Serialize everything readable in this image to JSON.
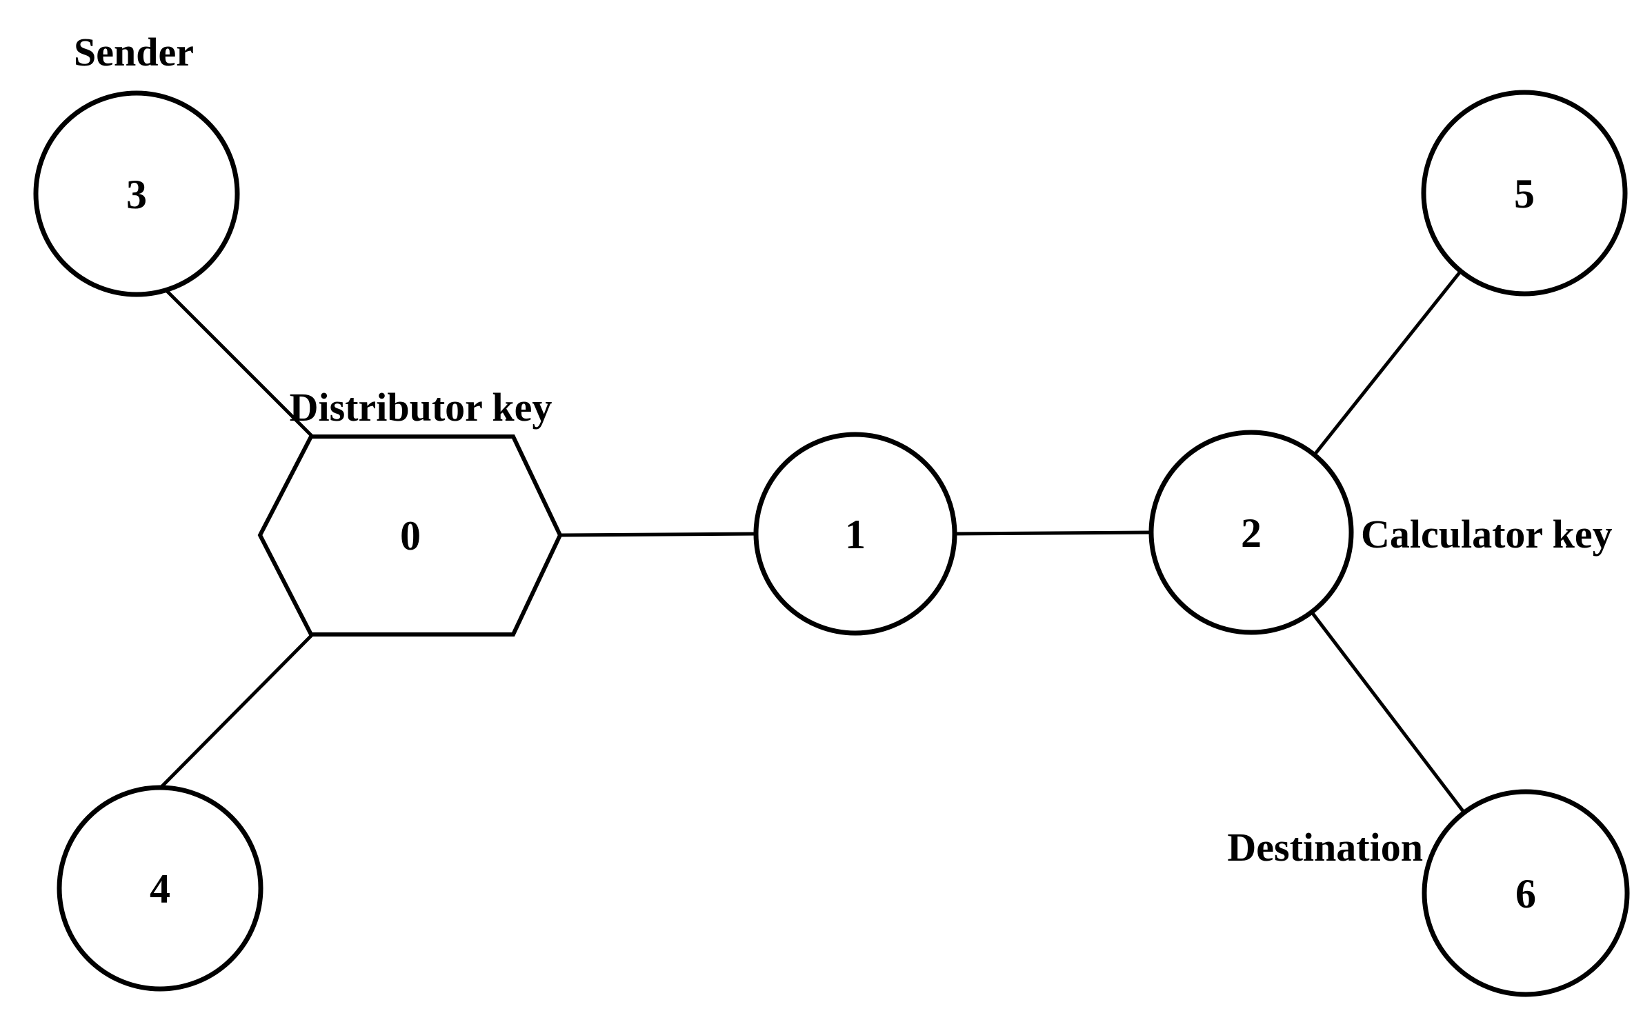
{
  "diagram": {
    "type": "graph",
    "background_color": "#ffffff",
    "line_color": "#000000",
    "text_color": "#000000",
    "nodes": {
      "n0": {
        "label": "0",
        "shape": "hexagon",
        "annotation": "Distributor key"
      },
      "n1": {
        "label": "1",
        "shape": "circle",
        "annotation": null
      },
      "n2": {
        "label": "2",
        "shape": "circle",
        "annotation": "Calculator key"
      },
      "n3": {
        "label": "3",
        "shape": "circle",
        "annotation": "Sender"
      },
      "n4": {
        "label": "4",
        "shape": "circle",
        "annotation": null
      },
      "n5": {
        "label": "5",
        "shape": "circle",
        "annotation": null
      },
      "n6": {
        "label": "6",
        "shape": "circle",
        "annotation": "Destination"
      }
    },
    "annotations": {
      "sender": "Sender",
      "distributor_key": "Distributor key",
      "calculator_key": "Calculator key",
      "destination": "Destination"
    },
    "edges": [
      {
        "from": "3",
        "to": "0"
      },
      {
        "from": "4",
        "to": "0"
      },
      {
        "from": "0",
        "to": "1"
      },
      {
        "from": "1",
        "to": "2"
      },
      {
        "from": "2",
        "to": "5"
      },
      {
        "from": "2",
        "to": "6"
      }
    ]
  }
}
